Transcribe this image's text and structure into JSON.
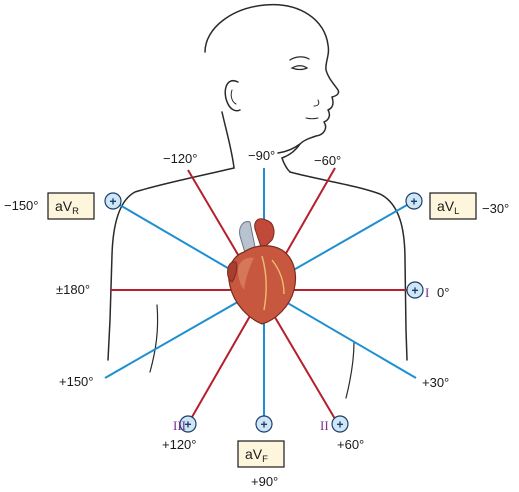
{
  "colors": {
    "unipolar_axis": "#b5202c",
    "bipolar_axis": "#1e8fd0",
    "electrode_fill": "#cfe6f5",
    "electrode_stroke": "#1a3d6e",
    "roman_numeral": "#7a2e8e",
    "heart": "#c8573f"
  },
  "electrode_symbol": "+",
  "angles": {
    "neg120": "−120°",
    "neg90": "−90°",
    "neg60": "−60°",
    "neg150": "−150°",
    "neg30": "−30°",
    "pm180": "±180°",
    "zero": "0°",
    "pos150": "+150°",
    "pos30": "+30°",
    "pos120": "+120°",
    "pos90": "+90°",
    "pos60": "+60°"
  },
  "leads": {
    "avr": {
      "main": "aV",
      "sub": "R"
    },
    "avl": {
      "main": "aV",
      "sub": "L"
    },
    "avf": {
      "main": "aV",
      "sub": "F"
    }
  },
  "limb_leads": {
    "lead1": "I",
    "lead2": "II",
    "lead3": "III"
  }
}
